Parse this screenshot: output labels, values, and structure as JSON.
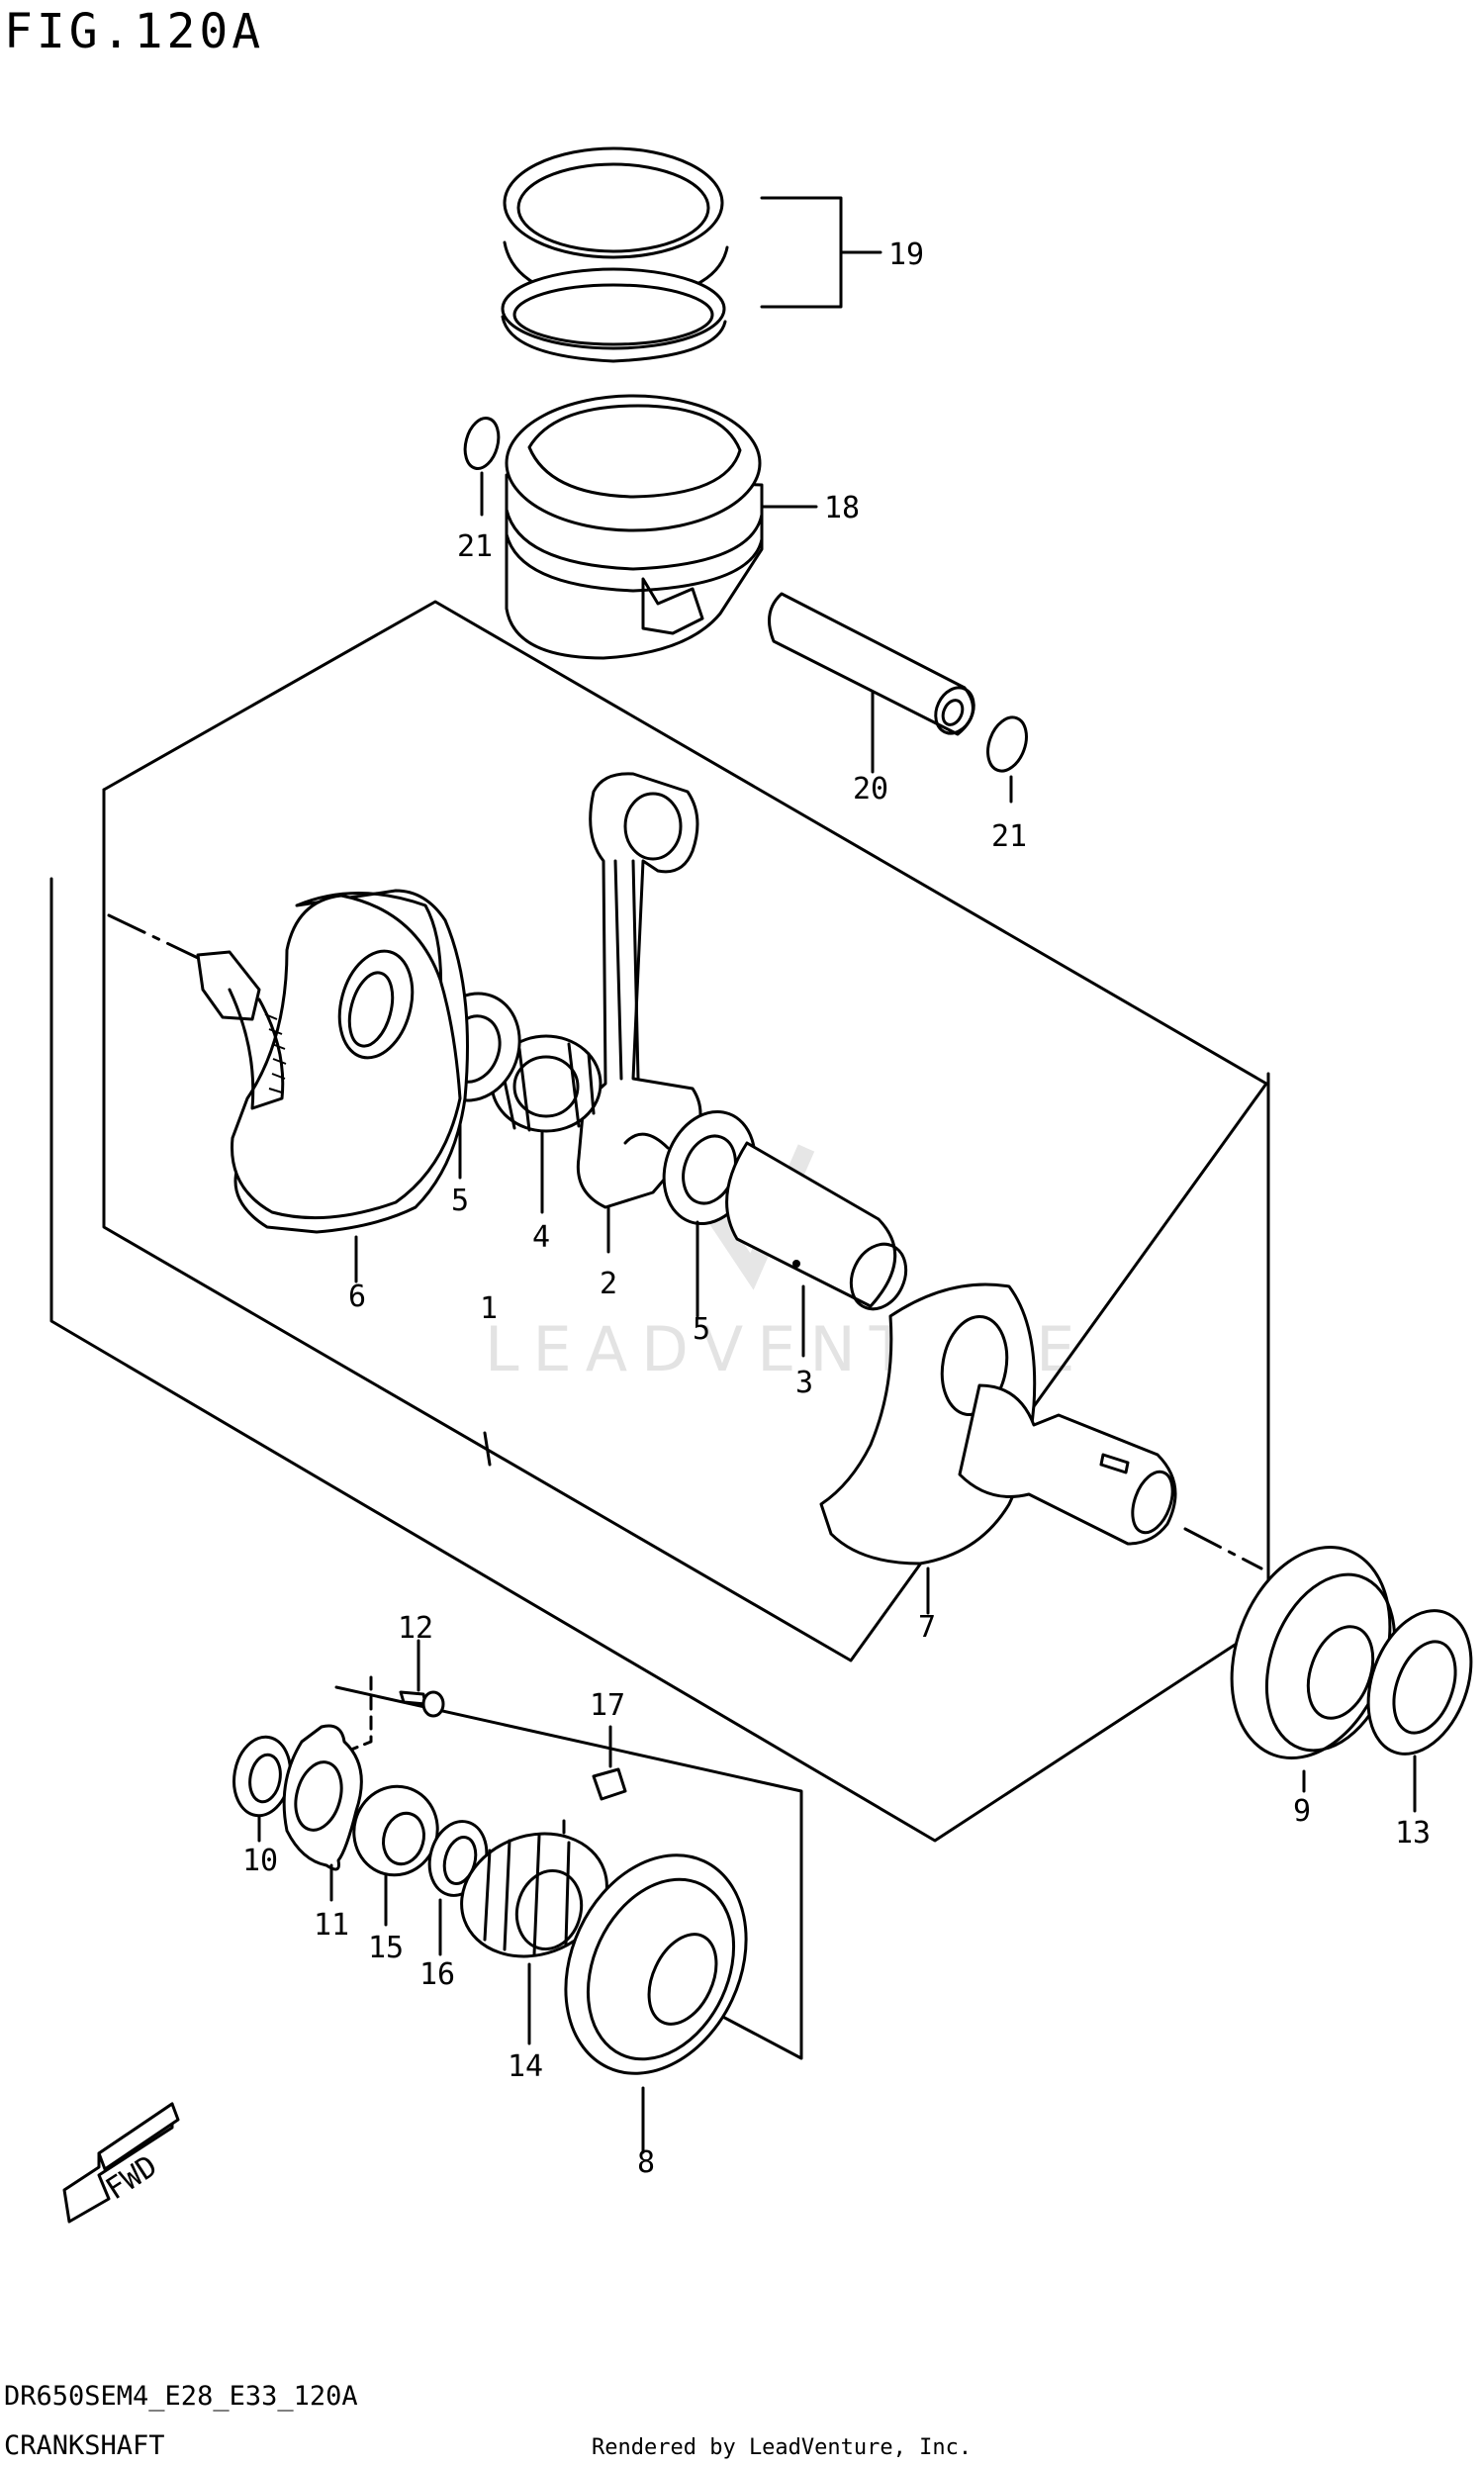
{
  "figure_title": "FIG.120A",
  "watermark": "LEADVENTURE",
  "fwd_label": "FWD",
  "footer": {
    "model_code": "DR650SEM4_E28_E33_120A",
    "section_name": "CRANKSHAFT",
    "rendered_by": "Rendered by LeadVenture, Inc."
  },
  "callouts": {
    "c1": "1",
    "c2": "2",
    "c3": "3",
    "c4": "4",
    "c5a": "5",
    "c5b": "5",
    "c6": "6",
    "c7": "7",
    "c8": "8",
    "c9": "9",
    "c10": "10",
    "c11": "11",
    "c12": "12",
    "c13": "13",
    "c14": "14",
    "c15": "15",
    "c16": "16",
    "c17": "17",
    "c18": "18",
    "c19": "19",
    "c20": "20",
    "c21a": "21",
    "c21b": "21"
  }
}
